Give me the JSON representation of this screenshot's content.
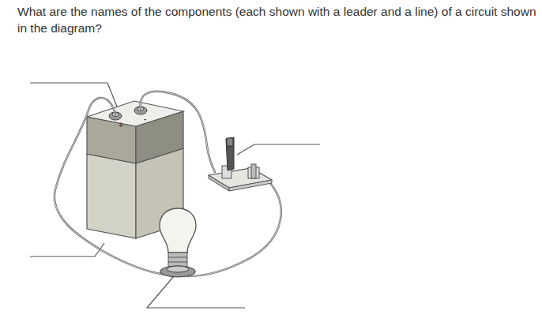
{
  "diagram": {
    "title": "What are the names of the components (each shown with a leader and a line) of a circuit shown in the diagram?",
    "labels": [
      "+",
      "-"
    ]
  }
}
